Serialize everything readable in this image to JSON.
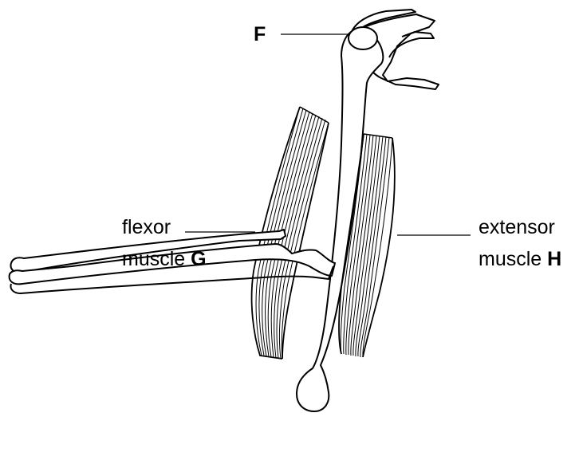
{
  "labels": {
    "f": "F",
    "g_word1": "flexor",
    "g_word2": "muscle",
    "g_letter": "G",
    "h_word1": "extensor",
    "h_word2": "muscle",
    "h_letter": "H"
  }
}
